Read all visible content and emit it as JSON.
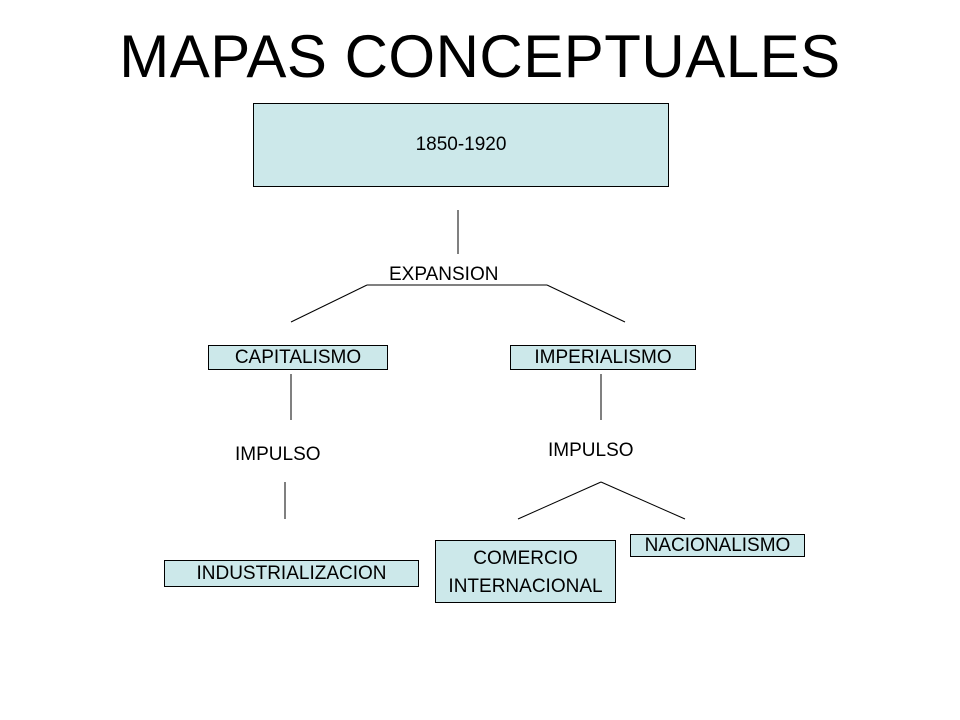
{
  "title": "MAPAS CONCEPTUALES",
  "nodes": {
    "period": "1850-1920",
    "expansion": "EXPANSION",
    "capitalismo": "CAPITALISMO",
    "imperialismo": "IMPERIALISMO",
    "impulso_left": "IMPULSO",
    "impulso_right": "IMPULSO",
    "industrializacion": "INDUSTRIALIZACION",
    "comercio_line1": "COMERCIO",
    "comercio_line2": "INTERNACIONAL",
    "nacionalismo": "NACIONALISMO"
  },
  "colors": {
    "box_fill": "#cce8ea",
    "stroke": "#000000",
    "background": "#ffffff"
  }
}
